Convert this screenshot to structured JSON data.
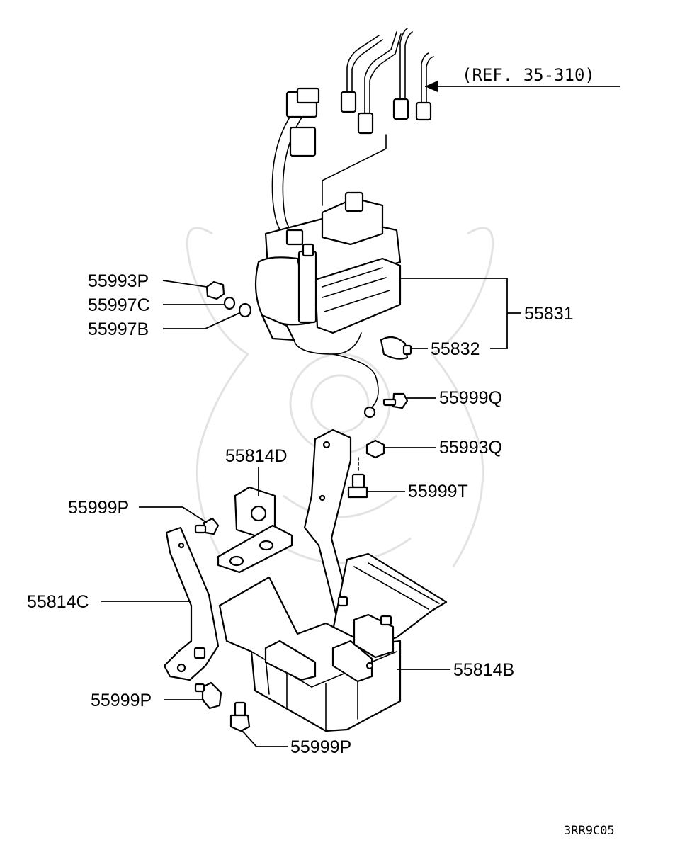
{
  "reference": "(REF. 35-310)",
  "diagram_code": "3RR9C05",
  "callouts": {
    "p55993P": "55993P",
    "p55997C": "55997C",
    "p55997B": "55997B",
    "p55831": "55831",
    "p55832": "55832",
    "p55999Q": "55999Q",
    "p55993Q": "55993Q",
    "p55814D": "55814D",
    "p55999T": "55999T",
    "p55999P_a": "55999P",
    "p55814C": "55814C",
    "p55814B": "55814B",
    "p55999P_b": "55999P",
    "p55999P_c": "55999P"
  }
}
